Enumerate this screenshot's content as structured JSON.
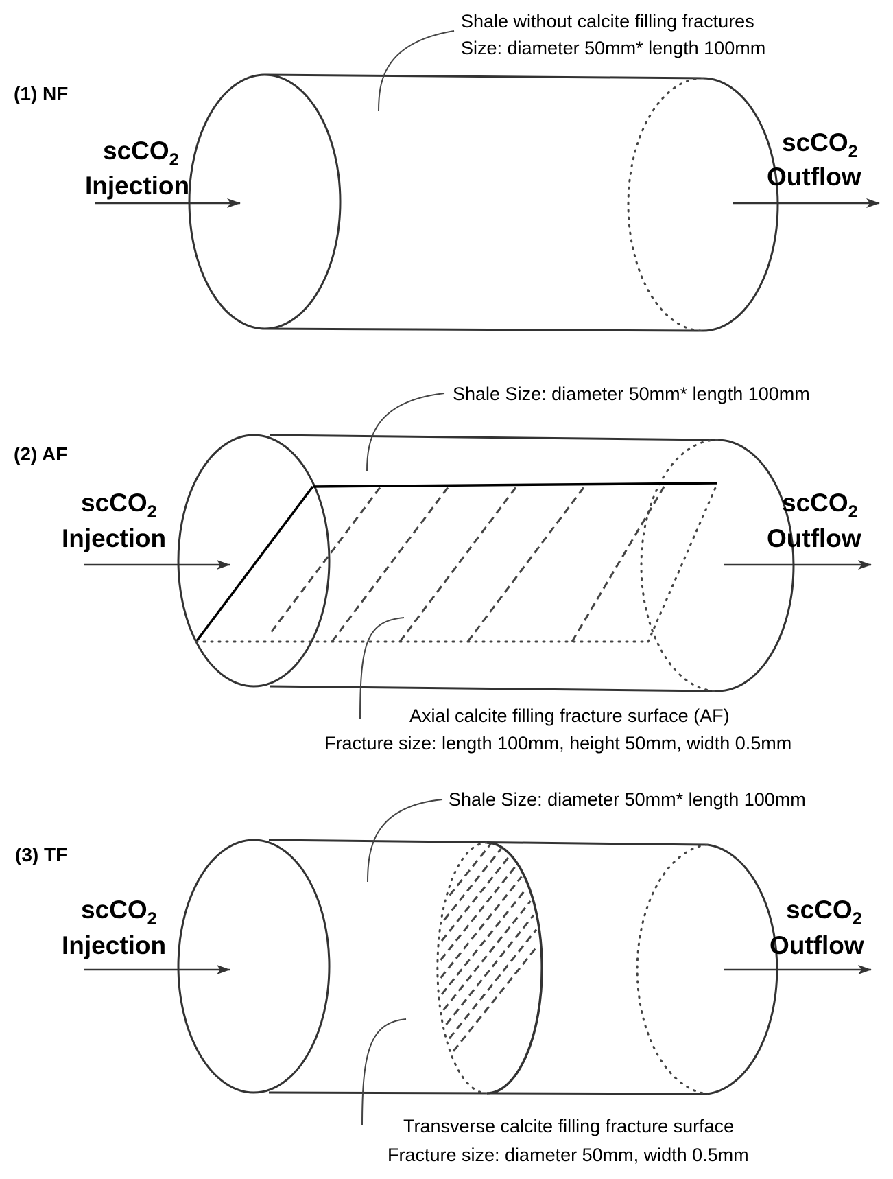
{
  "panels": {
    "nf": {
      "label": "(1) NF",
      "callout_top_line1": "Shale without calcite filling fractures",
      "callout_top_line2": "Size: diameter 50mm* length 100mm",
      "inlet_top": "scCO",
      "inlet_sub": "2",
      "inlet_bottom": "Injection",
      "outlet_top": "scCO",
      "outlet_sub": "2",
      "outlet_bottom": "Outflow"
    },
    "af": {
      "label": "(2) AF",
      "callout_top": "Shale Size: diameter 50mm* length 100mm",
      "callout_bottom_line1": "Axial calcite filling fracture surface (AF)",
      "callout_bottom_line2": "Fracture size: length 100mm, height 50mm, width 0.5mm",
      "inlet_top": "scCO",
      "inlet_sub": "2",
      "inlet_bottom": "Injection",
      "outlet_top": "scCO",
      "outlet_sub": "2",
      "outlet_bottom": "Outflow"
    },
    "tf": {
      "label": "(3) TF",
      "callout_top": "Shale Size: diameter 50mm* length 100mm",
      "callout_bottom_line1": "Transverse calcite filling fracture surface",
      "callout_bottom_line2": "Fracture size: diameter 50mm, width 0.5mm",
      "inlet_top": "scCO",
      "inlet_sub": "2",
      "inlet_bottom": "Injection",
      "outlet_top": "scCO",
      "outlet_sub": "2",
      "outlet_bottom": "Outflow"
    }
  }
}
